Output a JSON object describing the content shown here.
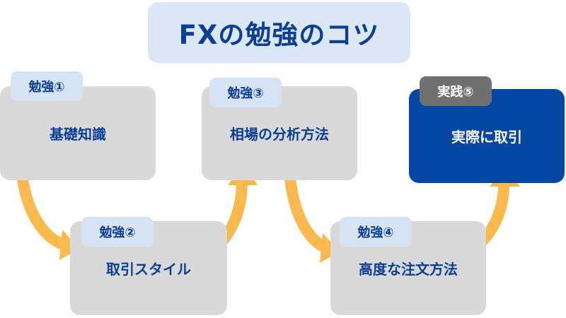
{
  "title": "FXの勉強のコツ",
  "steps": [
    {
      "tag": "勉強①",
      "label": "基礎知識"
    },
    {
      "tag": "勉強②",
      "label": "取引スタイル"
    },
    {
      "tag": "勉強③",
      "label": "相場の分析方法"
    },
    {
      "tag": "勉強④",
      "label": "高度な注文方法"
    },
    {
      "tag": "実践⑤",
      "label": "実際に取引"
    }
  ],
  "colors": {
    "title_bg": "#dbe7f5",
    "accent_blue": "#0647a4",
    "text_blue": "#0b3f94",
    "box_gray": "#d9d9d9",
    "arrow_orange": "#fbb84c",
    "tag_gray": "#707070"
  }
}
